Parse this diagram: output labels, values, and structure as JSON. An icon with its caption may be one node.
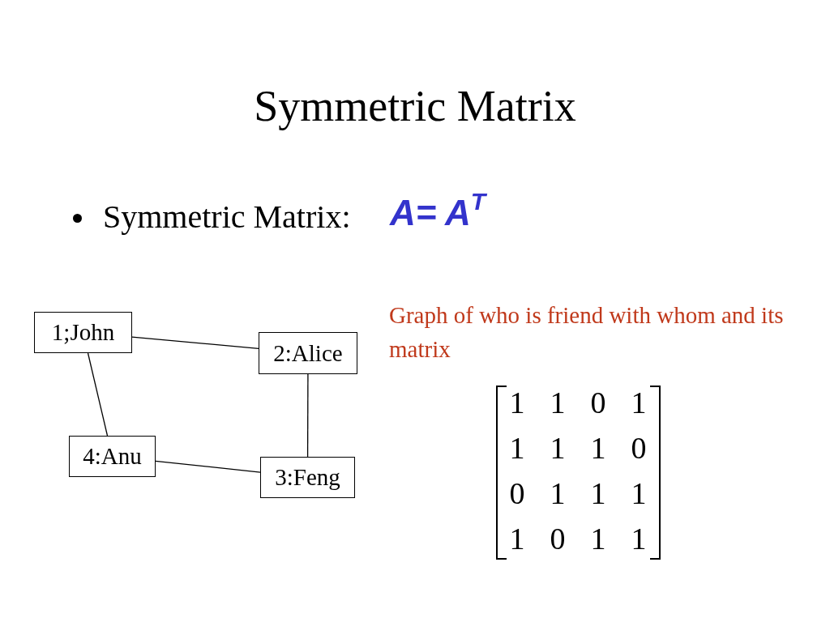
{
  "diagram": {
    "title": "Symmetric Matrix",
    "nodes": [
      {
        "text": [
          "1;John"
        ]
      },
      {
        "text": [
          "2:Alice"
        ]
      },
      {
        "text": [
          "4:Anu"
        ]
      },
      {
        "text": [
          "3:Feng"
        ]
      }
    ],
    "edges": [
      {
        "from": 0,
        "to": 1,
        "arrow": "none"
      },
      {
        "from": 0,
        "to": 2,
        "arrow": "none"
      },
      {
        "from": 1,
        "to": 3,
        "arrow": "none"
      },
      {
        "from": 2,
        "to": 3,
        "arrow": "none"
      }
    ],
    "labels": [
      "Symmetric Matrix:",
      "A= A$^{T}$",
      "Graph of who is friend with whom and its matrix",
      "1",
      "1",
      "0",
      "1",
      "1",
      "1",
      "1",
      "0",
      "0",
      "1",
      "1",
      "1",
      "1",
      "0",
      "1",
      "1"
    ]
  }
}
